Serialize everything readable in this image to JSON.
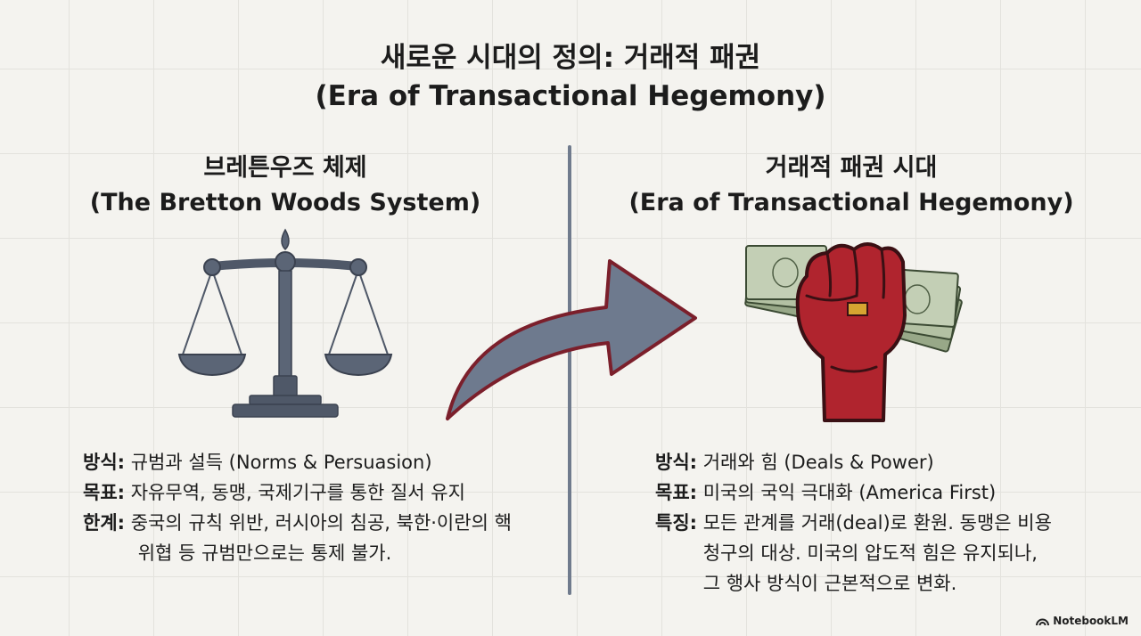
{
  "title": {
    "line1": "새로운 시대의 정의: 거래적 패권",
    "line2": "(Era of Transactional Hegemony)"
  },
  "left": {
    "heading_line1": "브레튼우즈 체제",
    "heading_line2": "(The Bretton Woods System)",
    "bullets": [
      {
        "label": "방식:",
        "lines": [
          "규범과 설득 (Norms & Persuasion)"
        ]
      },
      {
        "label": "목표:",
        "lines": [
          "자유무역, 동맹, 국제기구를 통한 질서 유지"
        ]
      },
      {
        "label": "한계:",
        "lines": [
          "중국의 규칙 위반, 러시아의 침공, 북한·이란의 핵",
          "위협 등 규범만으로는 통제 불가."
        ]
      }
    ]
  },
  "right": {
    "heading_line1": "거래적 패권 시대",
    "heading_line2": "(Era of Transactional Hegemony)",
    "bullets": [
      {
        "label": "방식:",
        "lines": [
          "거래와 힘 (Deals & Power)"
        ]
      },
      {
        "label": "목표:",
        "lines": [
          "미국의 국익 극대화 (America First)"
        ]
      },
      {
        "label": "특징:",
        "lines": [
          "모든 관계를 거래(deal)로 환원. 동맹은 비용",
          "청구의 대상. 미국의 압도적 힘은 유지되나,",
          "그 행사 방식이 근본적으로 변화."
        ]
      }
    ]
  },
  "icons": {
    "left": "balance-scale-icon",
    "center": "curved-arrow-icon",
    "right": "fist-with-money-icon",
    "brand": "notebooklm-logo-icon"
  },
  "colors": {
    "scale": "#4f5868",
    "arrow_fill": "#6e7a8e",
    "arrow_outline": "#7b1f2b",
    "fist": "#b0242e",
    "money": "#a9b79a",
    "divider": "#707b8d"
  },
  "brand": {
    "label": "NotebookLM"
  }
}
